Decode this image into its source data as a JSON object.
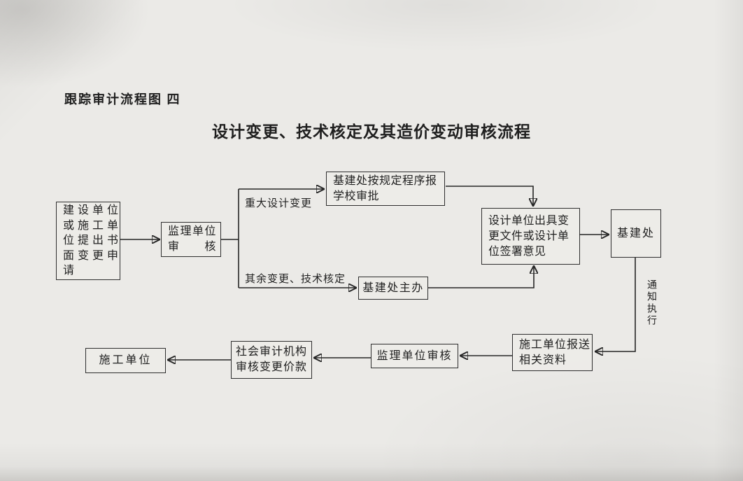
{
  "page": {
    "corner_label": "跟踪审计流程图  四",
    "title": "设计变更、技术核定及其造价变动审核流程"
  },
  "colors": {
    "paper": "#ebeae7",
    "ink": "#1f1f1f",
    "line": "#262626"
  },
  "nodes": {
    "applicant": {
      "lines": [
        "建设单位",
        "或施工单",
        "位提出书",
        "面变更申",
        "请"
      ]
    },
    "supervisor_review": {
      "lines": [
        "监理单位",
        "审　　核"
      ]
    },
    "school_approval": {
      "lines": [
        "基建处按规定程序报",
        "学校审批"
      ]
    },
    "infra_office_host": {
      "label": "基建处主办"
    },
    "design_unit": {
      "lines": [
        "设计单位出具变",
        "更文件或设计单",
        "位签署意见"
      ]
    },
    "infra_office": {
      "label": "基建处"
    },
    "contractor_submit": {
      "lines": [
        "施工单位报送",
        "相关资料"
      ]
    },
    "supervisor_review_2": {
      "label": "监理单位审核"
    },
    "audit_agency": {
      "lines": [
        "社会审计机构",
        "审核变更价款"
      ]
    },
    "contractor": {
      "label": "施工单位"
    }
  },
  "edge_labels": {
    "major_change": "重大设计变更",
    "other_change": "其余变更、技术核定",
    "notify_execute": "通知执行"
  }
}
